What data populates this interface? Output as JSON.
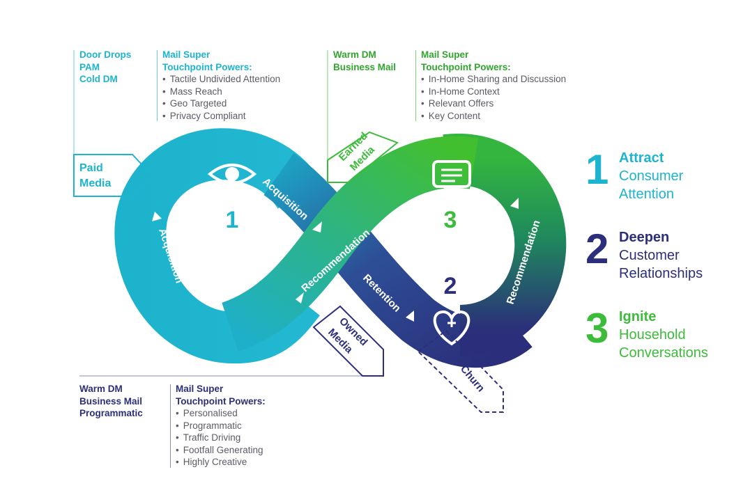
{
  "paid_channels": [
    "Door Drops",
    "PAM",
    "Cold DM"
  ],
  "paid_powers": {
    "title_lines": [
      "Mail Super",
      "Touchpoint Powers:"
    ],
    "items": [
      "Tactile Undivided Attention",
      "Mass Reach",
      "Geo Targeted",
      "Privacy Compliant"
    ]
  },
  "earned_channels": [
    "Warm DM",
    "Business Mail"
  ],
  "earned_powers": {
    "title_lines": [
      "Mail Super",
      "Touchpoint Powers:"
    ],
    "items": [
      "In-Home Sharing and Discussion",
      "In-Home Context",
      "Relevant Offers",
      "Key Content"
    ]
  },
  "owned_channels": [
    "Warm DM",
    "Business Mail",
    "Programmatic"
  ],
  "owned_powers": {
    "title_lines": [
      "Mail Super",
      "Touchpoint Powers:"
    ],
    "items": [
      "Personalised",
      "Programmatic",
      "Traffic Driving",
      "Footfall Generating",
      "Highly Creative"
    ]
  },
  "media_tags": {
    "paid": [
      "Paid",
      "Media"
    ],
    "earned": [
      "Earned",
      "Media"
    ],
    "owned": [
      "Owned",
      "Media"
    ],
    "churn": "Churn"
  },
  "loop_labels": {
    "acquisition_top": "Acquisition",
    "acquisition_left": "Acquisition",
    "recommendation_center": "Recommendation",
    "recommendation_right": "Recommendation",
    "retention": "Retention"
  },
  "loop_numbers": [
    "1",
    "2",
    "3"
  ],
  "bullet": "•",
  "legend": [
    {
      "num": "1",
      "title": "Attract",
      "lines": [
        "Consumer",
        "Attention"
      ],
      "color": "#1eb4cf"
    },
    {
      "num": "2",
      "title": "Deepen",
      "lines": [
        "Customer",
        "Relationships"
      ],
      "color": "#2b2e7a"
    },
    {
      "num": "3",
      "title": "Ignite",
      "lines": [
        "Household",
        "Conversations"
      ],
      "color": "#3dbb3a"
    }
  ],
  "colors": {
    "cyan": "#1eb4cf",
    "teal": "#19a9b8",
    "navy": "#2b2e7a",
    "green": "#3dbb3a",
    "green_text": "#31a52d",
    "gray_text": "#5b5b66"
  },
  "icons": [
    "eye-icon",
    "chat-icon",
    "heart-plus-icon"
  ]
}
